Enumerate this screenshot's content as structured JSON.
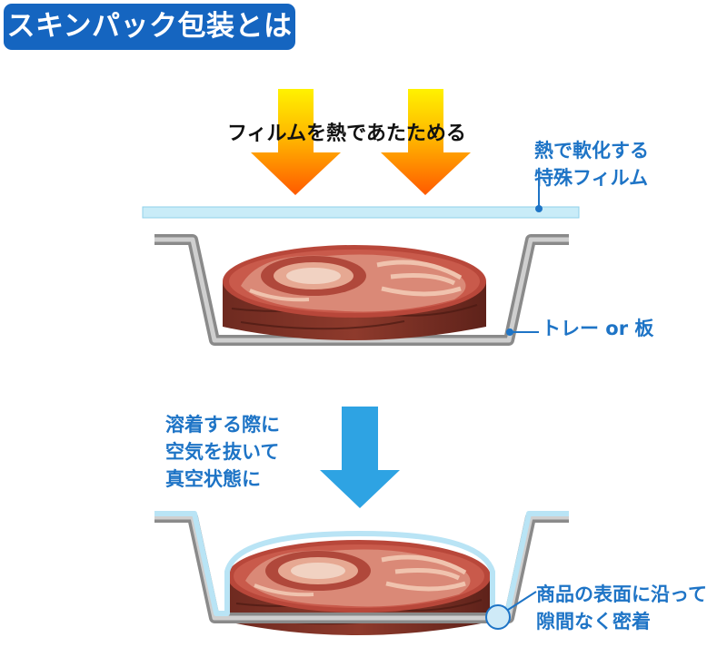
{
  "title": "スキンパック包装とは",
  "heat_label": "フィルムを熱であたためる",
  "film_label": [
    "熱で軟化する",
    "特殊フィルム"
  ],
  "tray_label": "トレー or 板",
  "vacuum_label": [
    "溶着する際に",
    "空気を抜いて",
    "真空状態に"
  ],
  "adhere_label": [
    "商品の表面に沿って",
    "隙間なく密着"
  ],
  "colors": {
    "badge": "#1565c0",
    "label_blue": "#1e74c6",
    "film": "#b9e4f5",
    "tray": "#8a8a8a",
    "arrow_down": "#2ea3e3",
    "heat_arrow_top": "#ffd400",
    "heat_arrow_bottom": "#ff5a00",
    "meat": "#a33a2c"
  },
  "icons": [
    "heat-arrow-icon",
    "down-arrow-icon",
    "meat-icon",
    "tray-icon"
  ]
}
